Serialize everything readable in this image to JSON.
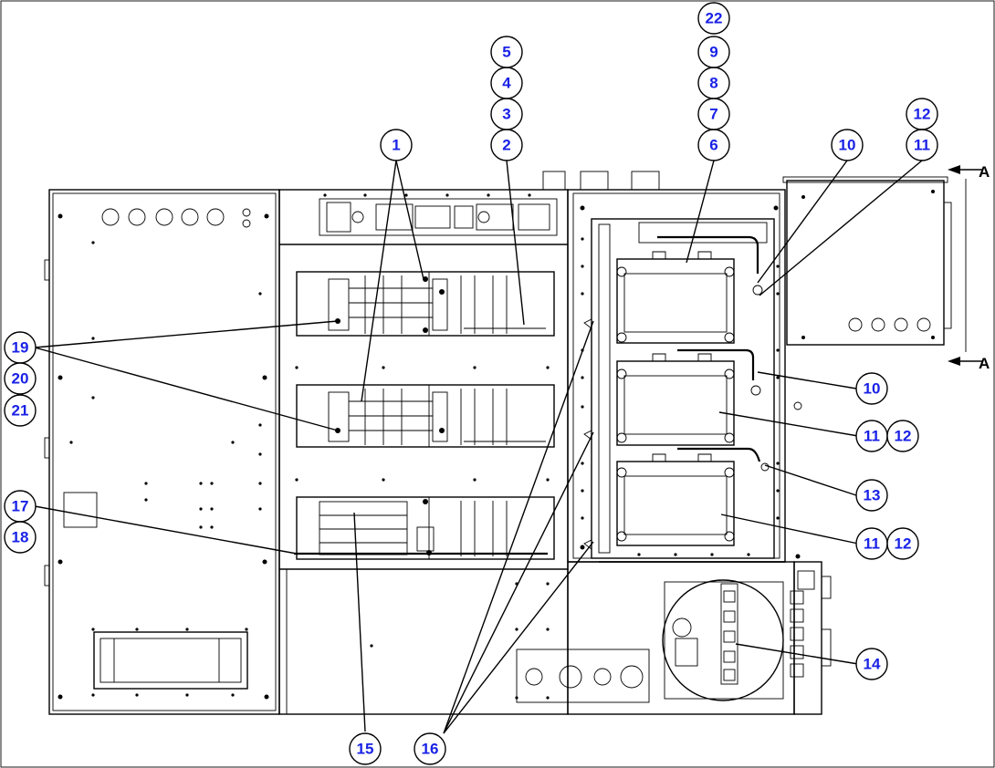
{
  "callouts": [
    {
      "id": "c1",
      "label": "1"
    },
    {
      "id": "c2",
      "label": "2"
    },
    {
      "id": "c3",
      "label": "3"
    },
    {
      "id": "c4",
      "label": "4"
    },
    {
      "id": "c5",
      "label": "5"
    },
    {
      "id": "c6",
      "label": "6"
    },
    {
      "id": "c7",
      "label": "7"
    },
    {
      "id": "c8",
      "label": "8"
    },
    {
      "id": "c9",
      "label": "9"
    },
    {
      "id": "c22",
      "label": "22"
    },
    {
      "id": "c10a",
      "label": "10"
    },
    {
      "id": "c12a",
      "label": "12"
    },
    {
      "id": "c11a",
      "label": "11"
    },
    {
      "id": "c10b",
      "label": "10"
    },
    {
      "id": "c11b",
      "label": "11"
    },
    {
      "id": "c12b",
      "label": "12"
    },
    {
      "id": "c13",
      "label": "13"
    },
    {
      "id": "c11c",
      "label": "11"
    },
    {
      "id": "c12c",
      "label": "12"
    },
    {
      "id": "c14",
      "label": "14"
    },
    {
      "id": "c15",
      "label": "15"
    },
    {
      "id": "c16",
      "label": "16"
    },
    {
      "id": "c17",
      "label": "17"
    },
    {
      "id": "c18",
      "label": "18"
    },
    {
      "id": "c19",
      "label": "19"
    },
    {
      "id": "c20",
      "label": "20"
    },
    {
      "id": "c21",
      "label": "21"
    }
  ],
  "view_markers": {
    "top": "A",
    "bottom": "A"
  },
  "colors": {
    "callout_text": "#1a22e6",
    "line": "#000000",
    "background": "#ffffff"
  }
}
